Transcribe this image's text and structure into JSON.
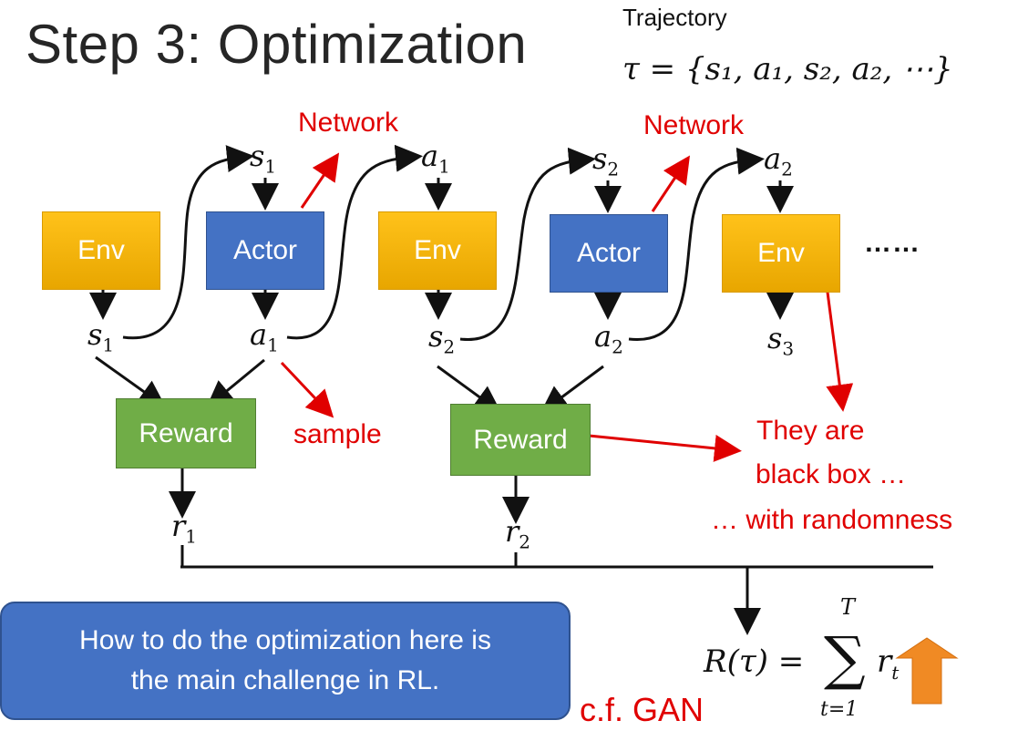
{
  "title": "Step 3: Optimization",
  "trajectory": {
    "label": "Trajectory",
    "formula": "τ = {s₁, a₁, s₂, a₂, ⋯}"
  },
  "boxes": {
    "env": "Env",
    "actor": "Actor",
    "reward": "Reward"
  },
  "labels": {
    "network": "Network",
    "sample": "sample",
    "black_box_line1": "They are",
    "black_box_line2": "black box …",
    "black_box_line3": "… with randomness",
    "ellipsis": "……"
  },
  "variables": {
    "s": "s",
    "a": "a",
    "r": "r",
    "sub1": "1",
    "sub2": "2",
    "sub3": "3"
  },
  "callout": {
    "line1": "How to do the optimization here is",
    "line2": "the main challenge in RL."
  },
  "cf_gan": "c.f. GAN",
  "return_formula": {
    "lhs": "R(τ) =",
    "sum": "∑",
    "upper": "T",
    "lower": "t=1",
    "term": "r",
    "term_sub": "t"
  },
  "colors": {
    "env": "#ffc21a",
    "actor": "#4472c4",
    "reward": "#70ad47",
    "annotation": "#e00000",
    "up_arrow": "#f08a24"
  }
}
